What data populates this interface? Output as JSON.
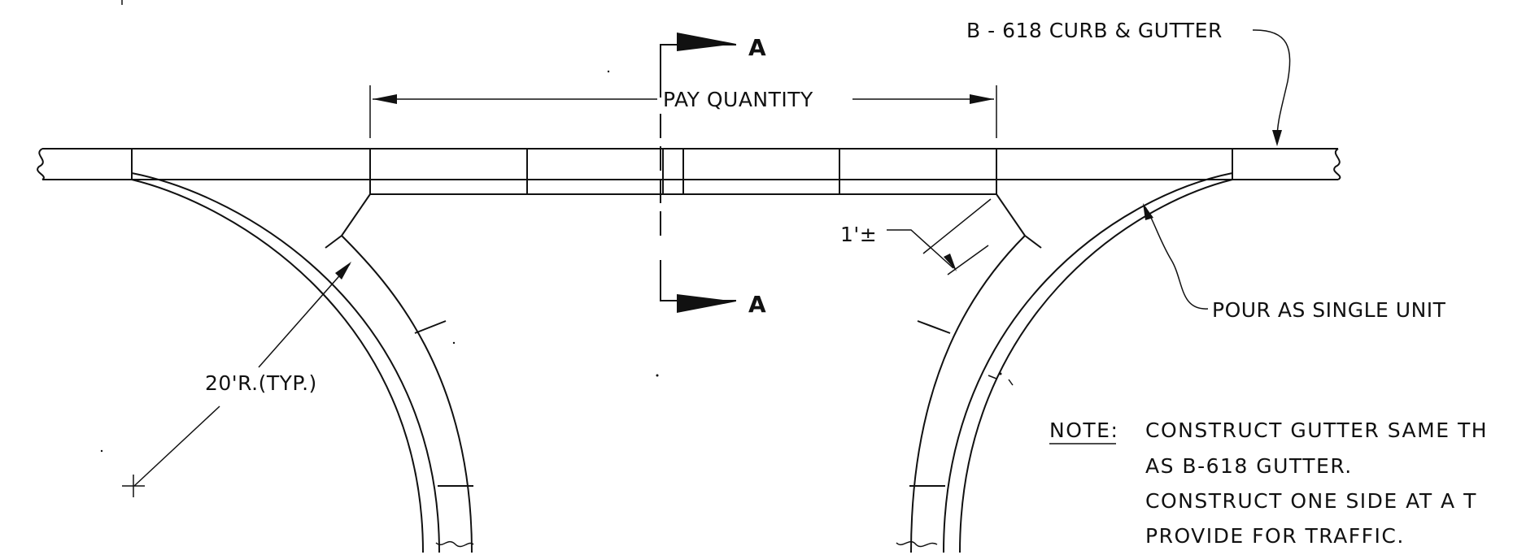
{
  "labels": {
    "curb_gutter": "B - 618 CURB & GUTTER",
    "pay_quantity": "PAY QUANTITY",
    "section_top": "A",
    "section_bottom": "A",
    "offset": "1'±",
    "radius": "20'R.(TYP.)",
    "pour": "POUR AS SINGLE UNIT"
  },
  "note": {
    "heading": "NOTE:",
    "lines": [
      "CONSTRUCT GUTTER SAME TH",
      "AS B-618 GUTTER.",
      "CONSTRUCT ONE SIDE AT A T",
      "PROVIDE FOR TRAFFIC."
    ]
  }
}
